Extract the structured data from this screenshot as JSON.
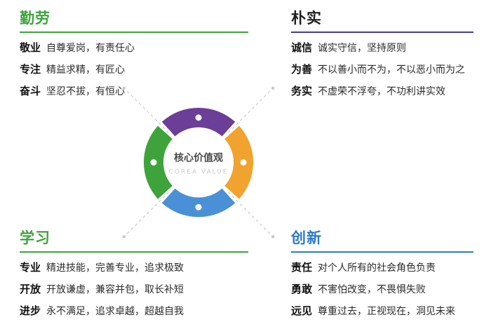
{
  "center": {
    "title": "核心价值观",
    "subtitle": "COREA VALUE"
  },
  "colors": {
    "green": "#3fa33c",
    "purple": "#6b3e98",
    "orange": "#f0a32f",
    "blue": "#4a90d6",
    "heading_blue": "#2e7ac9",
    "underline_purple": "#473a96",
    "connector_gray": "#c9c9c9"
  },
  "quadrants": [
    {
      "id": "diligence",
      "heading": "勤劳",
      "items": [
        {
          "term": "敬业",
          "desc": "自尊爱岗，有责任心"
        },
        {
          "term": "专注",
          "desc": "精益求精，有匠心"
        },
        {
          "term": "奋斗",
          "desc": "坚忍不拔，有恒心"
        }
      ]
    },
    {
      "id": "simplicity",
      "heading": "朴实",
      "items": [
        {
          "term": "诚信",
          "desc": "诚实守信，坚持原则"
        },
        {
          "term": "为善",
          "desc": "不以善小而不为，不以恶小而为之"
        },
        {
          "term": "务实",
          "desc": "不虚荣不浮夸，不功利讲实效"
        }
      ]
    },
    {
      "id": "learning",
      "heading": "学习",
      "items": [
        {
          "term": "专业",
          "desc": "精进技能，完善专业，追求极致"
        },
        {
          "term": "开放",
          "desc": "开放谦虚，兼容并包，取长补短"
        },
        {
          "term": "进步",
          "desc": "永不满足，追求卓越，超越自我"
        }
      ]
    },
    {
      "id": "innovation",
      "heading": "创新",
      "items": [
        {
          "term": "责任",
          "desc": "对个人所有的社会角色负责"
        },
        {
          "term": "勇敢",
          "desc": "不害怕改变，不畏惧失败"
        },
        {
          "term": "远见",
          "desc": "尊重过去，正视现在，洞见未来"
        }
      ]
    }
  ]
}
